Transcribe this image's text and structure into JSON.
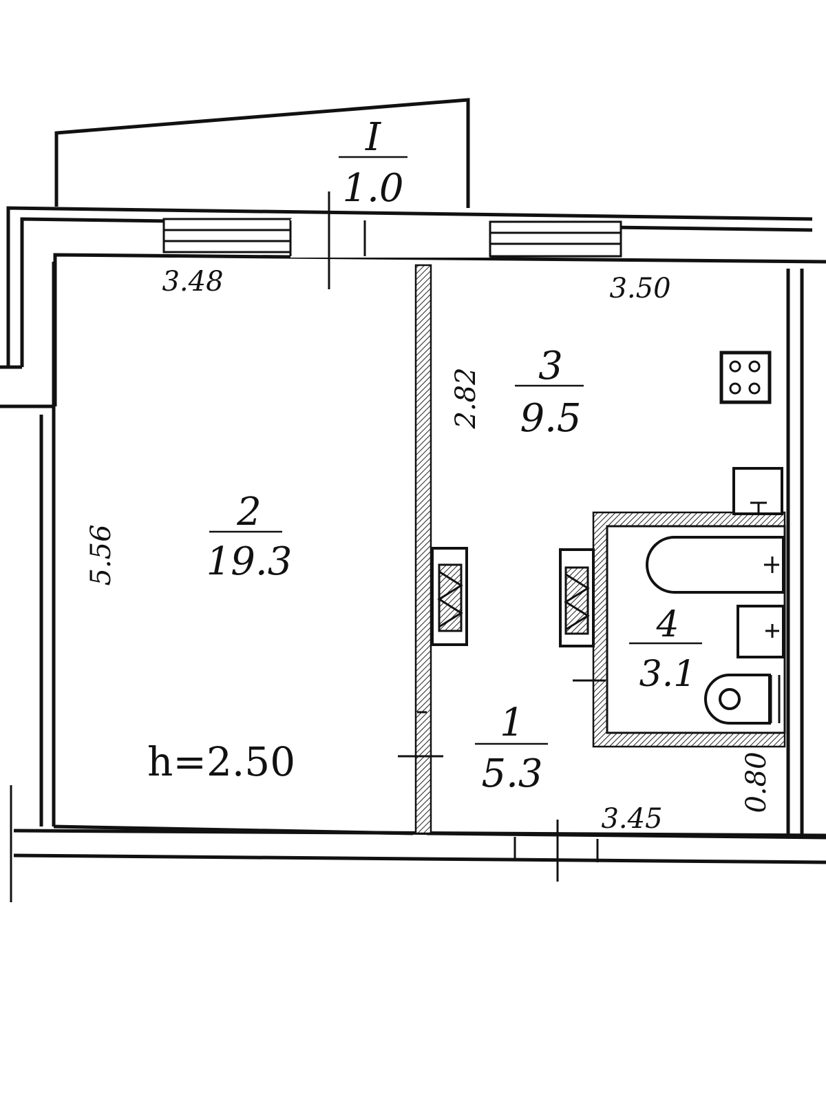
{
  "plan": {
    "ceiling_height": "h=2.50",
    "rooms": [
      {
        "number": "I",
        "area": "1.0"
      },
      {
        "number": "2",
        "area": "19.3"
      },
      {
        "number": "3",
        "area": "9.5"
      },
      {
        "number": "4",
        "area": "3.1"
      },
      {
        "number": "1",
        "area": "5.3"
      }
    ],
    "dimensions": {
      "room2_top": "3.48",
      "room3_top": "3.50",
      "room2_left": "5.56",
      "room3_left": "2.82",
      "hall_bottom": "3.45",
      "hall_right": "0.80"
    }
  }
}
